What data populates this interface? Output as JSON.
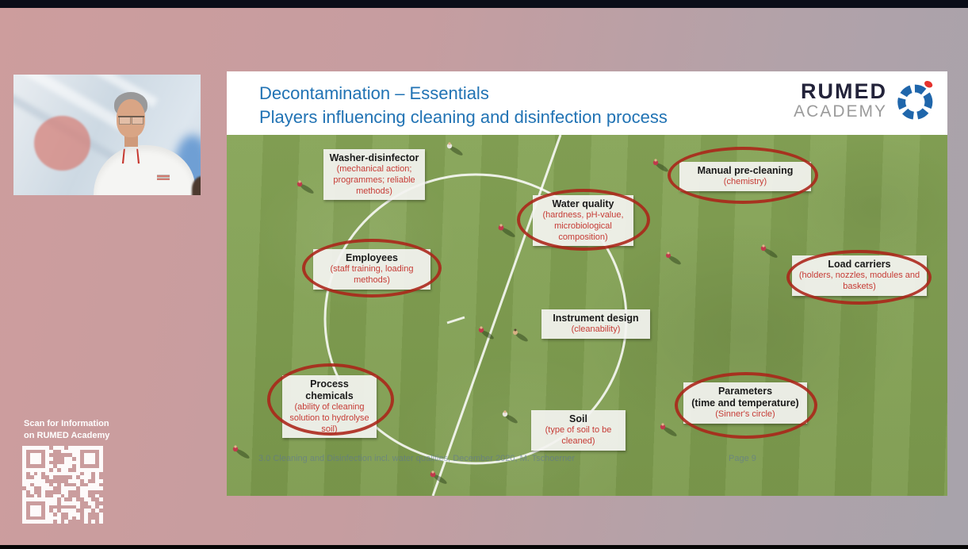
{
  "sidebar": {
    "scan_line1": "Scan for Information",
    "scan_line2": "on RUMED Academy"
  },
  "slide": {
    "title_line1": "Decontamination – Essentials",
    "title_line2": "Players influencing cleaning and disinfection process",
    "logo": {
      "name": "RUMED",
      "sub": "ACADEMY"
    },
    "labels": [
      {
        "title": "Washer-disinfector",
        "subtitle": "(mechanical action; programmes; reliable methods)",
        "circled": false
      },
      {
        "title": "Manual pre-cleaning",
        "subtitle": "(chemistry)",
        "circled": true
      },
      {
        "title": "Water quality",
        "subtitle": "(hardness, pH-value, microbiological composition)",
        "circled": true
      },
      {
        "title": "Employees",
        "subtitle": "(staff training, loading methods)",
        "circled": true
      },
      {
        "title": "Load carriers",
        "subtitle": "(holders, nozzles, modules and baskets)",
        "circled": true
      },
      {
        "title": "Instrument design",
        "subtitle": "(cleanability)",
        "circled": false
      },
      {
        "title": "Process chemicals",
        "subtitle": "(ability of cleaning solution to hydrolyse soil)",
        "circled": true
      },
      {
        "title": "Parameters",
        "title2": "(time and temperature)",
        "subtitle": "(Sinner's circle)",
        "circled": true
      },
      {
        "title": "Soil",
        "subtitle": "(type of soil to be cleaned)",
        "circled": false
      }
    ],
    "footer_left": "3.0 Cleaning and Disinfection incl. water qualities, December 2020, M. Tschoerner",
    "footer_right": "Page 9"
  },
  "colors": {
    "title_blue": "#2173b4",
    "emphasis_red": "#ab2318",
    "label_subtitle_red": "#c63c36",
    "field_green": "#83a154",
    "logo_blue": "#1f66ab",
    "logo_dot_red": "#e5322d",
    "background_pink": "#cd9d9d",
    "background_gray": "#a7a3ab"
  }
}
